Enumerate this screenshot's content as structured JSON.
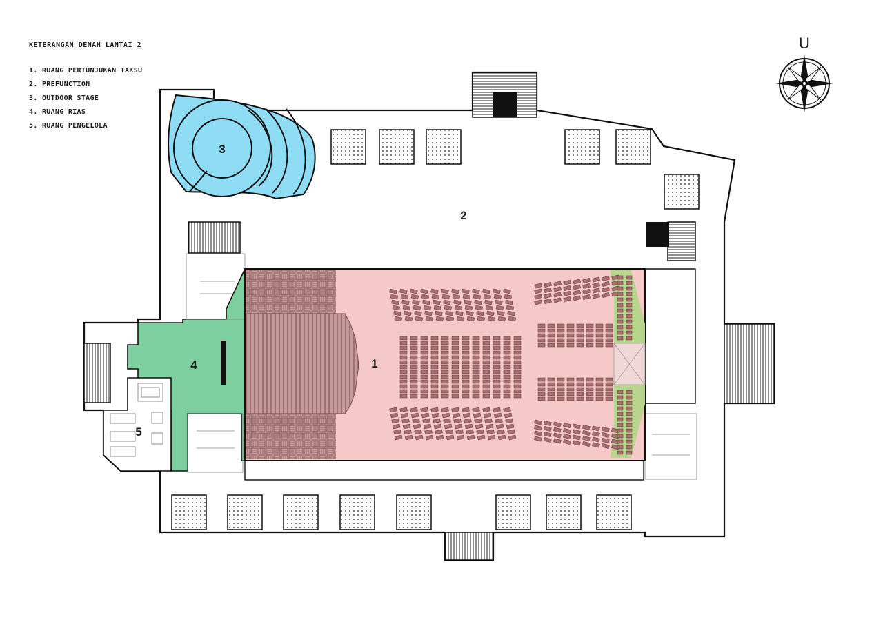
{
  "legend": {
    "title": "KETERANGAN DENAH LANTAI 2",
    "items": [
      "1. RUANG PERTUNJUKAN TAKSU",
      "2. PREFUNCTION",
      "3. OUTDOOR STAGE",
      "4. RUANG RIAS",
      "5. RUANG PENGELOLA"
    ]
  },
  "rooms": {
    "r1": "1",
    "r2": "2",
    "r3": "3",
    "r4": "4",
    "r5": "5"
  },
  "compass": {
    "north_label": "U"
  },
  "colors": {
    "auditorium": "#f6c9c9",
    "outdoor_stage": "#8fdcf5",
    "ruang_rias": "#7ecfa0",
    "seating_accent": "#b7d58c",
    "stage_wood": "#b88a8a",
    "seat": "#a87070",
    "wall": "#111111"
  }
}
